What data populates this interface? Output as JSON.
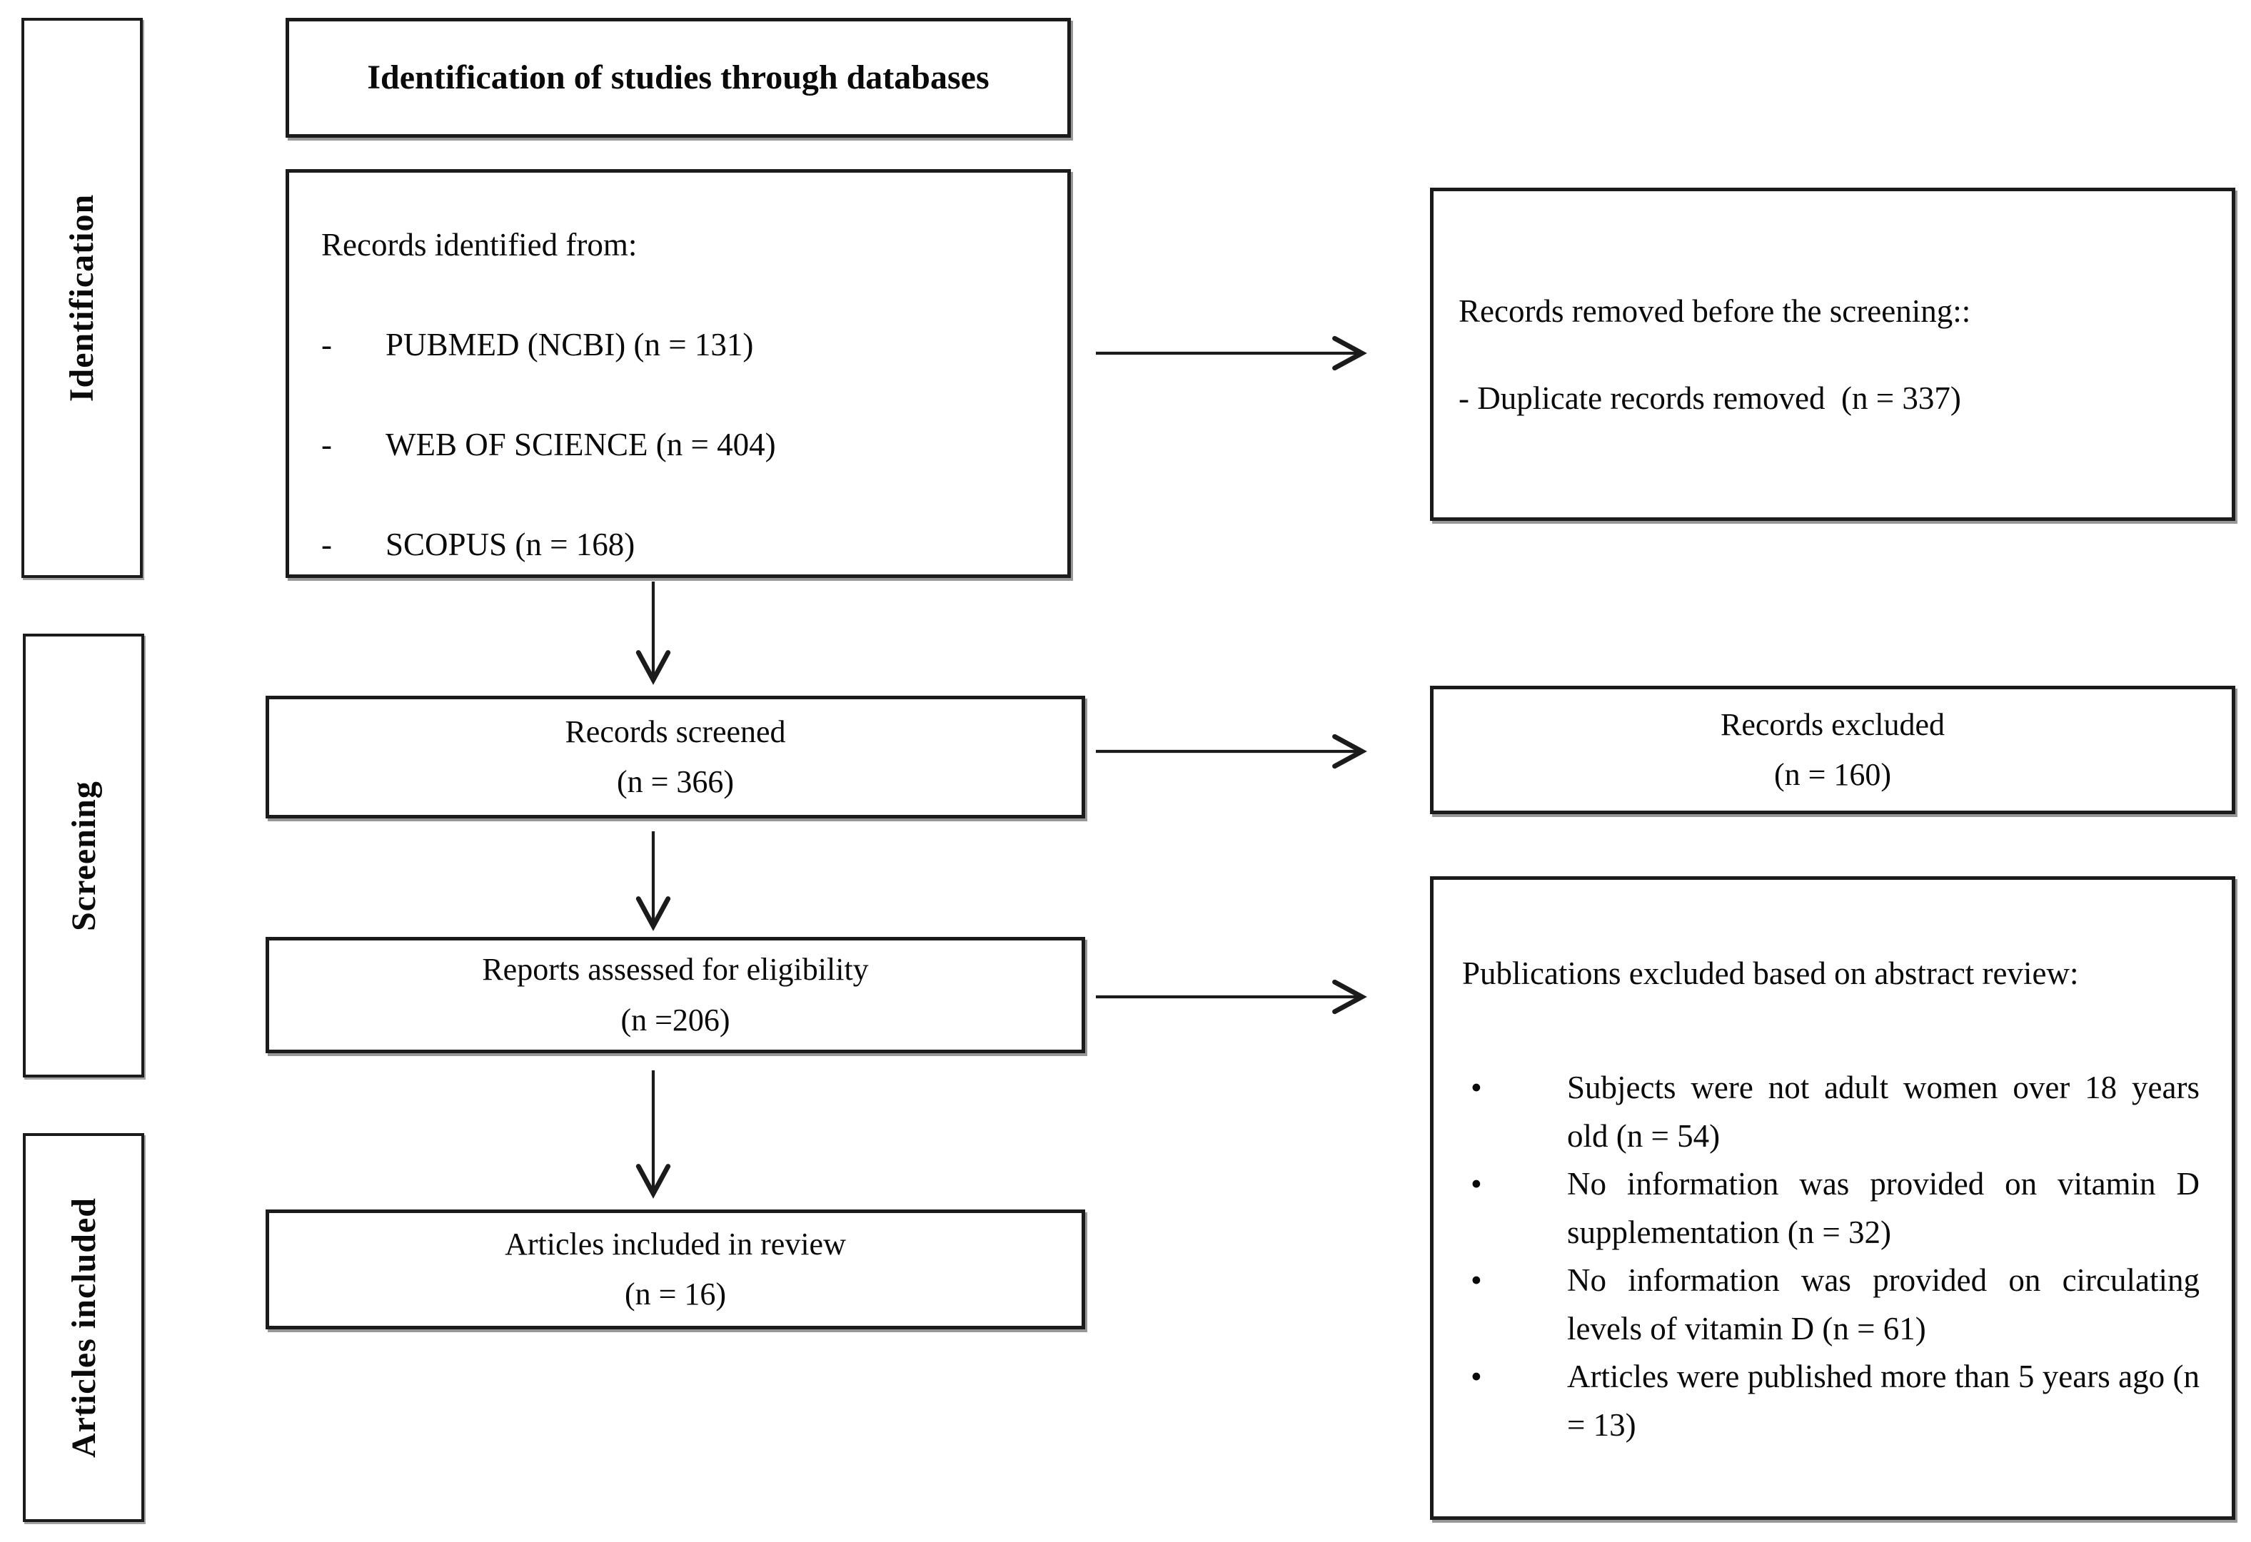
{
  "colors": {
    "background": "#ffffff",
    "border": "#1b1b1b",
    "text": "#0a0a0a"
  },
  "sidebar": {
    "identification_label": "Identification",
    "screening_label": "Screening",
    "articles_included_label": "Articles included"
  },
  "top": {
    "title": "Identification of studies through databases"
  },
  "left_column": {
    "records_identified": {
      "heading": "Records identified from:",
      "bullet_glyph": "-",
      "items": [
        "PUBMED (NCBI) (n = 131)",
        "WEB OF SCIENCE (n = 404)",
        "SCOPUS (n = 168)"
      ]
    },
    "records_screened": {
      "line1": "Records screened",
      "line2": "(n = 366)"
    },
    "reports_assessed": {
      "line1": "Reports assessed for eligibility",
      "line2": "(n =206)"
    },
    "articles_included": {
      "line1": "Articles included in review",
      "line2": "(n = 16)"
    }
  },
  "right_column": {
    "records_removed": {
      "heading": "Records removed before the screening::",
      "item": "- Duplicate records removed  (n = 337)"
    },
    "records_excluded": {
      "line1": "Records excluded",
      "line2": "(n = 160)"
    },
    "publications_excluded": {
      "heading": "Publications excluded based on abstract review:",
      "bullet_glyph": "•",
      "items": [
        "Subjects were not adult women over 18 years old (n = 54)",
        "No information was provided on vitamin D supplementation (n = 32)",
        "No information was provided on circulating levels of vitamin D (n = 61)",
        "Articles were published more than 5 years ago (n = 13)"
      ]
    }
  },
  "flow": {
    "edges": [
      {
        "from": "records-identified",
        "to": "records-removed",
        "direction": "right"
      },
      {
        "from": "records-identified",
        "to": "records-screened",
        "direction": "down"
      },
      {
        "from": "records-screened",
        "to": "records-excluded",
        "direction": "right"
      },
      {
        "from": "records-screened",
        "to": "reports-assessed",
        "direction": "down"
      },
      {
        "from": "reports-assessed",
        "to": "publications-excluded",
        "direction": "right"
      },
      {
        "from": "reports-assessed",
        "to": "articles-included",
        "direction": "down"
      }
    ]
  }
}
